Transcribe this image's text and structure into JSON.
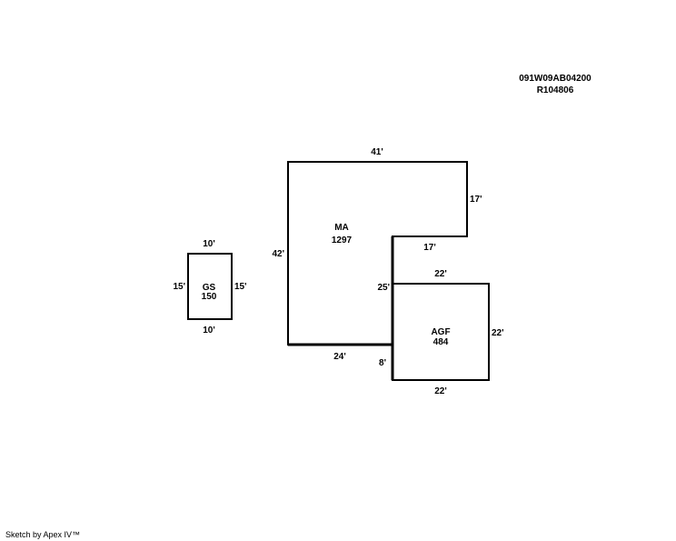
{
  "header": {
    "parcel_id": "091W09AB04200",
    "account_id": "R104806"
  },
  "footer": {
    "credit": "Sketch by Apex IV™"
  },
  "areas": {
    "ma": {
      "code": "MA",
      "sqft": "1297"
    },
    "agf": {
      "code": "AGF",
      "sqft": "484"
    },
    "gs": {
      "code": "GS",
      "sqft": "150"
    }
  },
  "dimensions": {
    "ma_top": "41'",
    "ma_right_upper": "17'",
    "ma_step_horizontal": "17'",
    "ma_inner_vertical": "25'",
    "ma_left": "42'",
    "ma_bottom": "24'",
    "ma_lower_offset": "8'",
    "agf_top": "22'",
    "agf_right": "22'",
    "agf_bottom": "22'",
    "gs_top": "10'",
    "gs_bottom": "10'",
    "gs_left": "15'",
    "gs_right": "15'"
  },
  "colors": {
    "line": "#000000",
    "background": "#ffffff"
  }
}
